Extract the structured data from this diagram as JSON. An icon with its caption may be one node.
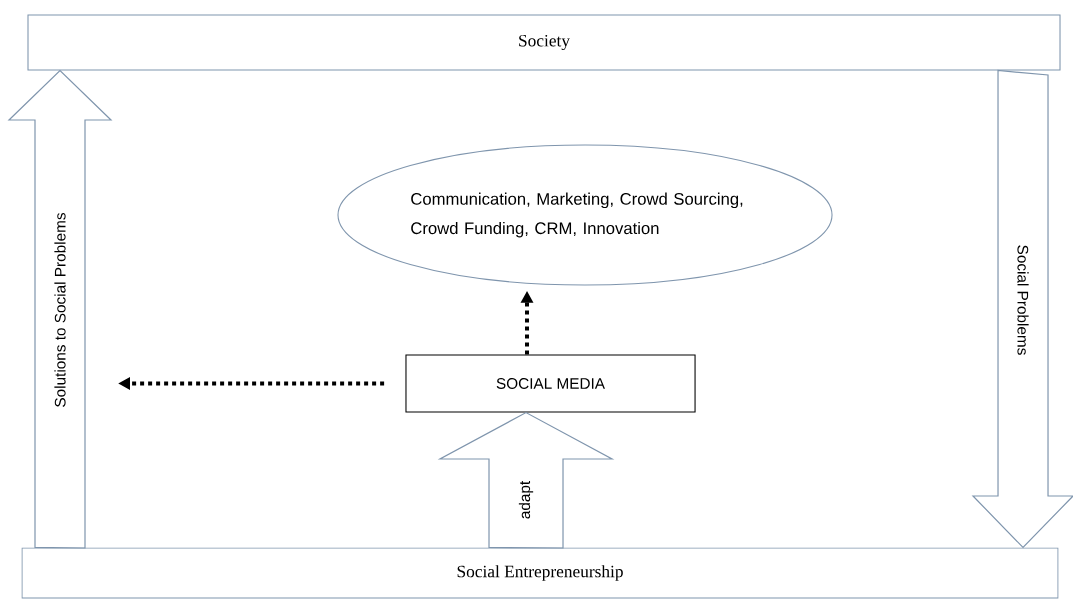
{
  "diagram": {
    "nodes": [
      {
        "text": [
          "Society"
        ]
      },
      {
        "text": [
          "Communication, Marketing, Crowd Sourcing, Crowd Funding, CRM, Innovation"
        ]
      },
      {
        "text": [
          "SOCIAL MEDIA"
        ]
      },
      {
        "text": [
          "Social Entrepreneurship"
        ]
      }
    ],
    "edges": [
      {
        "from": 3,
        "to": 0,
        "arrow": "to",
        "label": "Solutions to Social Problems"
      },
      {
        "from": 0,
        "to": 3,
        "arrow": "to",
        "label": "Social Problems"
      },
      {
        "from": 3,
        "to": 2,
        "arrow": "to",
        "label": "adapt"
      },
      {
        "from": 2,
        "to": 1,
        "arrow": "to",
        "style": "dashed"
      },
      {
        "from": 2,
        "to": null,
        "arrow": "to",
        "style": "dashed"
      }
    ]
  }
}
